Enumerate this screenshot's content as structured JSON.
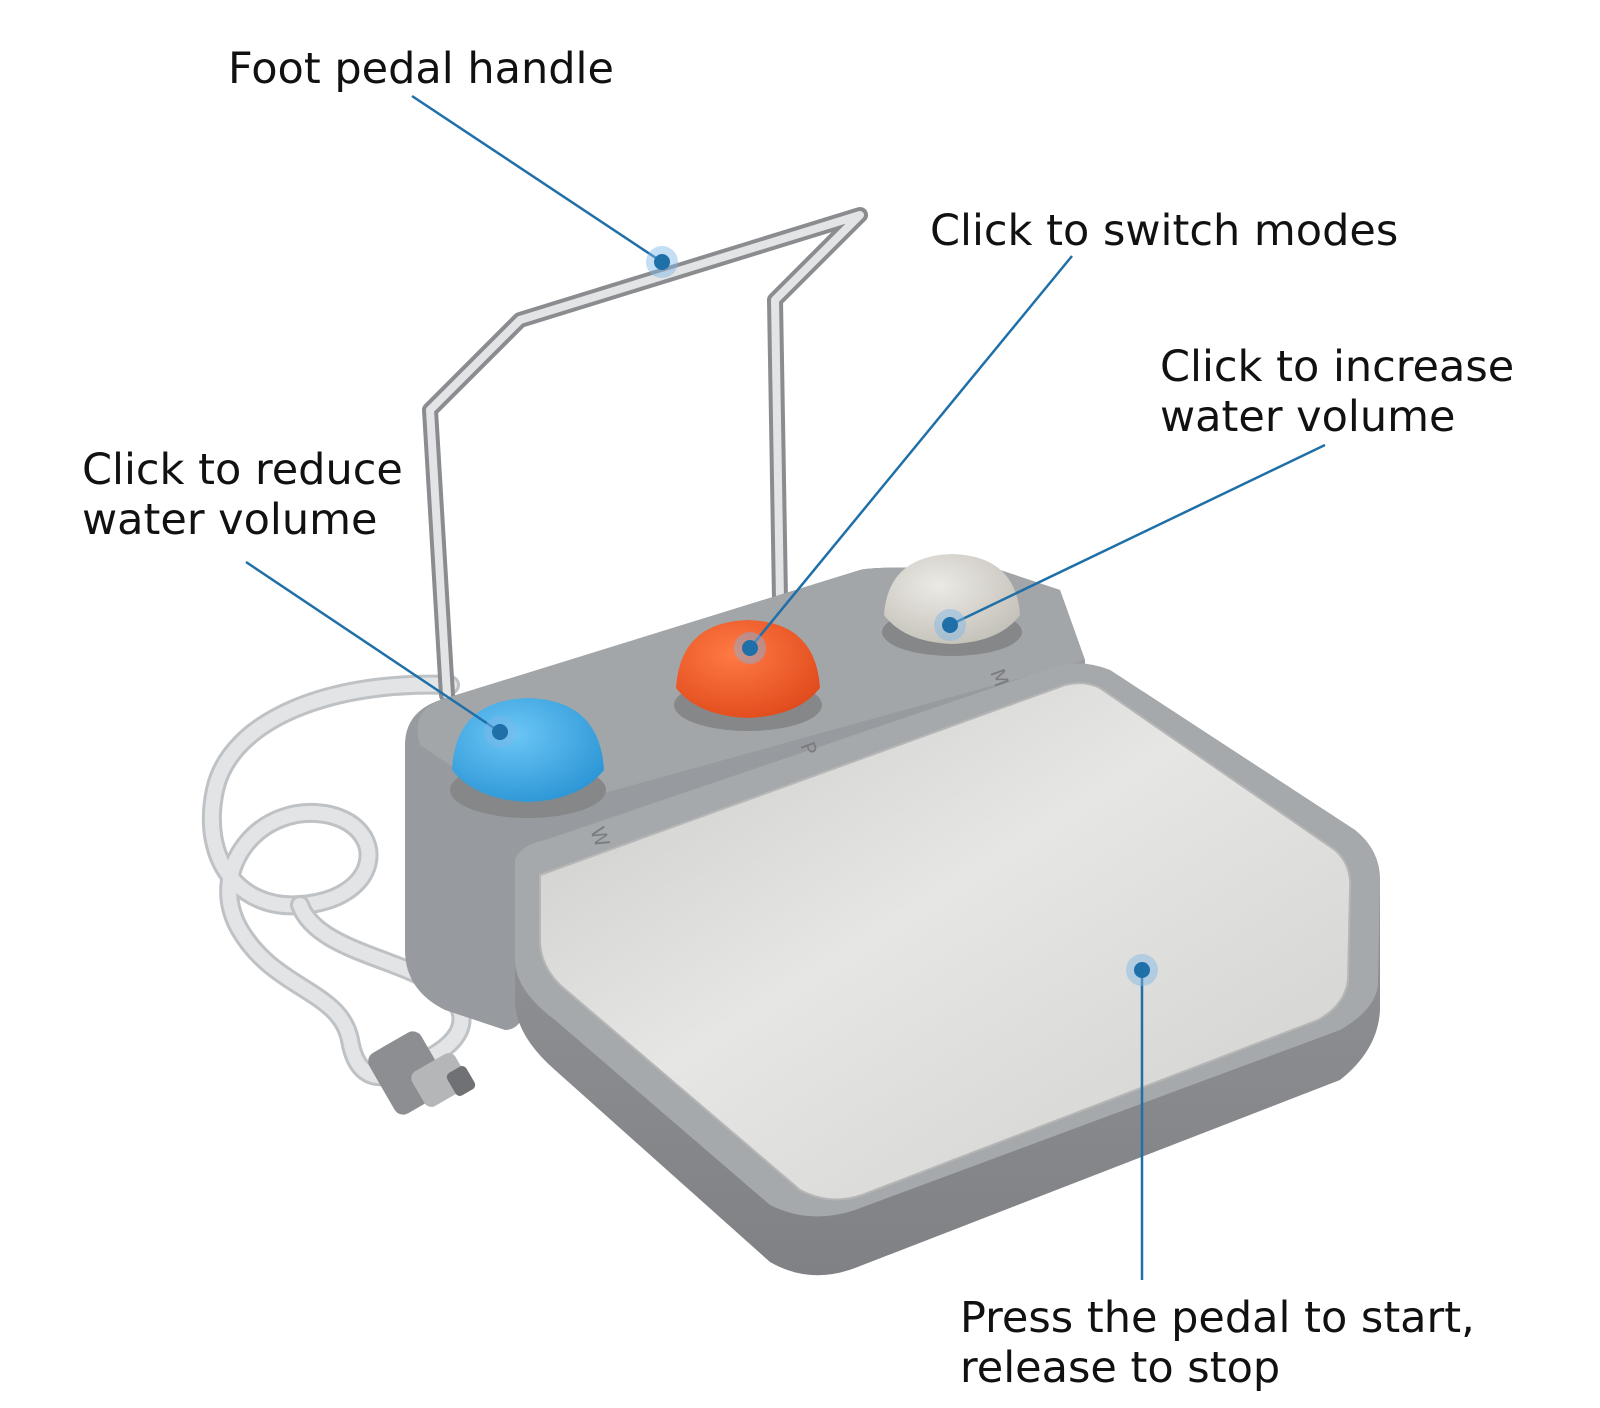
{
  "callouts": {
    "handle": {
      "text": "Foot pedal handle"
    },
    "modes": {
      "text": "Click to switch modes"
    },
    "increase": {
      "line1": "Click to increase",
      "line2": "water volume"
    },
    "reduce": {
      "line1": "Click to reduce",
      "line2": "water volume"
    },
    "pedal": {
      "line1": "Press the pedal to start,",
      "line2": "release to stop"
    }
  },
  "buttons": {
    "left_letter": "W",
    "middle_letter": "P",
    "right_letter": "M"
  },
  "colors": {
    "leader": "#1f6fa8",
    "housing": "#8e9094",
    "blue_button": "#35a6e6",
    "orange_button": "#f05a2a",
    "gray_button": "#d7d4cd",
    "steel_plate": "#d9d9d7",
    "cable": "#d8dadc"
  }
}
